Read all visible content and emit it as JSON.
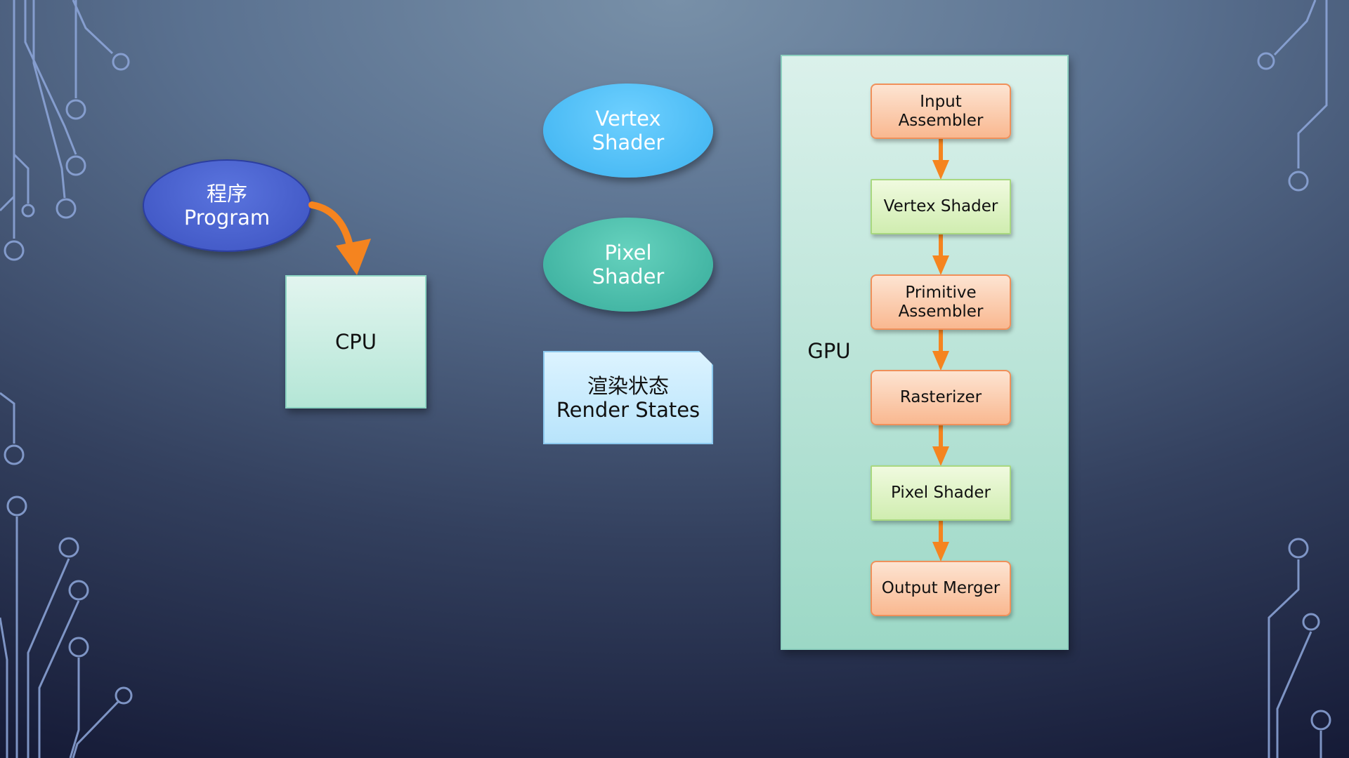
{
  "program": {
    "line1": "程序",
    "line2": "Program"
  },
  "cpu": {
    "label": "CPU"
  },
  "shaders": {
    "vertex": {
      "line1": "Vertex",
      "line2": "Shader"
    },
    "pixel": {
      "line1": "Pixel",
      "line2": "Shader"
    }
  },
  "render_states": {
    "line1": "渲染状态",
    "line2": "Render States"
  },
  "gpu": {
    "label": "GPU",
    "stages": [
      {
        "line1": "Input",
        "line2": "Assembler"
      },
      {
        "line1": "Vertex Shader",
        "line2": ""
      },
      {
        "line1": "Primitive",
        "line2": "Assembler"
      },
      {
        "line1": "Rasterizer",
        "line2": ""
      },
      {
        "line1": "Pixel Shader",
        "line2": ""
      },
      {
        "line1": "Output Merger",
        "line2": ""
      }
    ]
  },
  "colors": {
    "arrow": "#f5841f",
    "program_fill": "#4a62d0",
    "vertex_fill": "#4fc1f8",
    "pixel_fill": "#46bca8",
    "gpu_panel": "#b6e3d6",
    "stage_orange": "#fbc8a4",
    "stage_green": "#dff3c6"
  }
}
